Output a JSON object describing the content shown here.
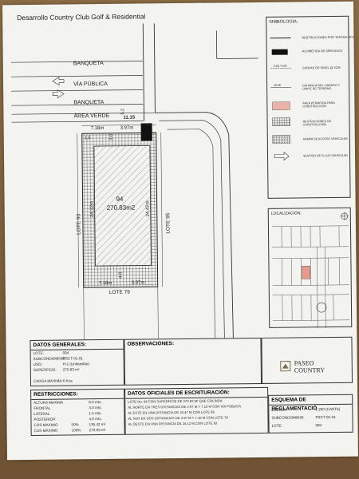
{
  "title": "Desarrollo Country Club Golf & Residential",
  "plan": {
    "road_top": "BANQUETA",
    "road_mid": "VÍA PÚBLICA",
    "road_bot": "BANQUETA",
    "green": "ÁREA VERDE",
    "lot_no": "94",
    "lot_area": "270.83m2",
    "dim_top_left": "7.18m",
    "dim_top_right": "3.97m",
    "dim_front": "11.15",
    "dim_left": "24.12m",
    "dim_right": "24.47m",
    "dim_bot_left": "7.18m",
    "dim_bot_right": "3.97m",
    "dim_1_5": "1.5",
    "dim_3_0": "3.0",
    "dim_4_0": "4.0",
    "dim_5_2": "5.2",
    "lot_left": "LOTE 93",
    "lot_right": "LOTE 95",
    "lot_bottom": "LOTE 79"
  },
  "symbology": {
    "title": "SIMBOLOGÍA:",
    "items": [
      {
        "label": "RESTRICCIONES POR TERCER NIVEL"
      },
      {
        "label": "ACOMETIDA DE SERVICIOS"
      },
      {
        "label": "CURVAS DE NIVEL @ 2CM",
        "sub": "5.00 / 6.00"
      },
      {
        "label": "DISTANCIA DEL LINDERO Y LÍMITE DE TERRENO",
        "sub": "40.00"
      },
      {
        "label": "ÁREA PERMITIDA PARA CONSTRUCCIÓN"
      },
      {
        "label": "RESTRICCIONES DE CONSTRUCCIÓN"
      },
      {
        "label": "RAMPA DE ACCESO VEHICULAR"
      },
      {
        "label": "SENTIDO DE FLUJO VEHICULAR"
      }
    ]
  },
  "location": {
    "title": "LOCALIZACIÓN:"
  },
  "datos": {
    "title": "DATOS GENERALES:",
    "rows": [
      {
        "k": "LOTE:",
        "v": "094"
      },
      {
        "k": "SUBCONDOMINIO:",
        "v": "PSCT-01-01"
      },
      {
        "k": "USO:",
        "v": "H-1 (Unifamiliar)"
      },
      {
        "k": "SUPERFICIE:",
        "v": "270.83 m²"
      },
      {
        "k": "",
        "v": ""
      },
      {
        "k": "CARGA MAXIMA:",
        "v": "6 Kva"
      }
    ]
  },
  "observaciones": {
    "title": "OBSERVACIONES:"
  },
  "logo": {
    "line1": "PASEO",
    "line2": "COUNTRY"
  },
  "restricciones": {
    "title": "RESTRICCIONES:",
    "rows": [
      {
        "k": "ALTURA MAXIMA",
        "p": "",
        "v": "8.0 mts."
      },
      {
        "k": "FRONTAL",
        "p": "",
        "v": "3.0 mts."
      },
      {
        "k": "LATERAL",
        "p": "",
        "v": "1.5 mts."
      },
      {
        "k": "POSTERIOR",
        "p": "",
        "v": "4.0 mts."
      },
      {
        "k": "COS MAXIMO",
        "p": "50%",
        "v": "135.42 m²"
      },
      {
        "k": "CUS MAXIMO",
        "p": "100%",
        "v": "270.83 m²"
      }
    ]
  },
  "escrituracion": {
    "title": "DATOS OFICIALES DE ESCRITURACIÓN:",
    "lines": [
      "LOTE No. 94 CON SUPERFICIE DE 270.83 M² QUE COLINDA:",
      "AL NORTE EN TRES DISTANCIAS DE 3.97 M Y 7.18 M CON VÍA PÚBLICA",
      "AL ESTE EN UNA DISTANCIA DE 24.47 M CON LOTE 95",
      "AL SUR EN DOS DISTANCIAS DE 3.97 M Y 7.18 M CON LOTE 79",
      "AL OESTE EN UNA DISTANCIA DE 24.12 M CON LOTE 93"
    ]
  },
  "esquema": {
    "title": "ESQUEMA DE REGLAMENTACIÓ",
    "rows": [
      {
        "k": "ESCALA:",
        "v": "1:250 (CARTA)"
      },
      {
        "k": "SUBCONDOMINIO:",
        "v": "PSCT-01-01"
      },
      {
        "k": "LOTE:",
        "v": "094"
      }
    ]
  }
}
